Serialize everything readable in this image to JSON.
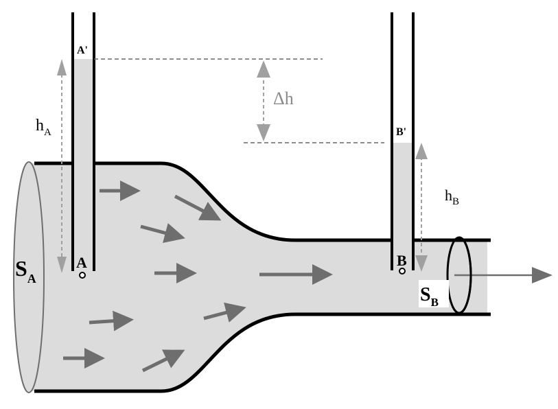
{
  "labels": {
    "point_a_top": "A'",
    "point_b_top": "B'",
    "point_a": "A",
    "point_b": "B",
    "delta_h": "Δh",
    "h_a": {
      "main": "h",
      "sub": "A"
    },
    "h_b": {
      "main": "h",
      "sub": "B"
    },
    "s_a": {
      "main": "S",
      "sub": "A"
    },
    "s_b": {
      "main": "S",
      "sub": "B"
    }
  },
  "colors": {
    "fluid": "#dcdcdc",
    "wall": "#000000",
    "flow_arrow": "#6e6e6e",
    "height_arrow": "#a0a0a0",
    "dashed_line": "#666666",
    "label": "#000000",
    "label_faint": "#8a8a8a"
  }
}
